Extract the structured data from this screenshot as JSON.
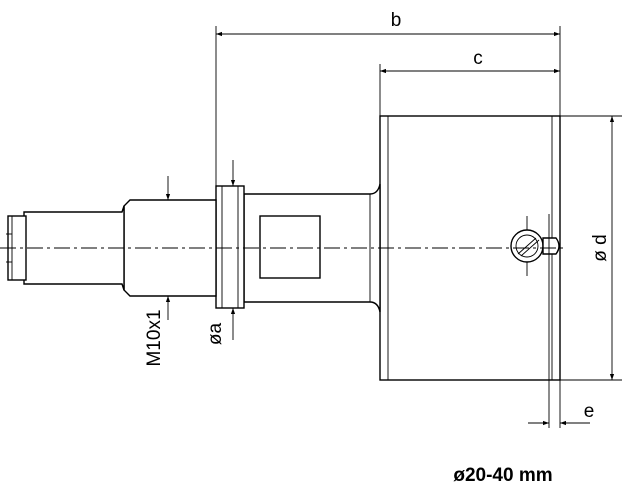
{
  "dimensions": {
    "b": "b",
    "c": "c",
    "d": "ø d",
    "e": "e",
    "a": "øa",
    "thread": "M10x1"
  },
  "caption": "ø20-40 mm"
}
